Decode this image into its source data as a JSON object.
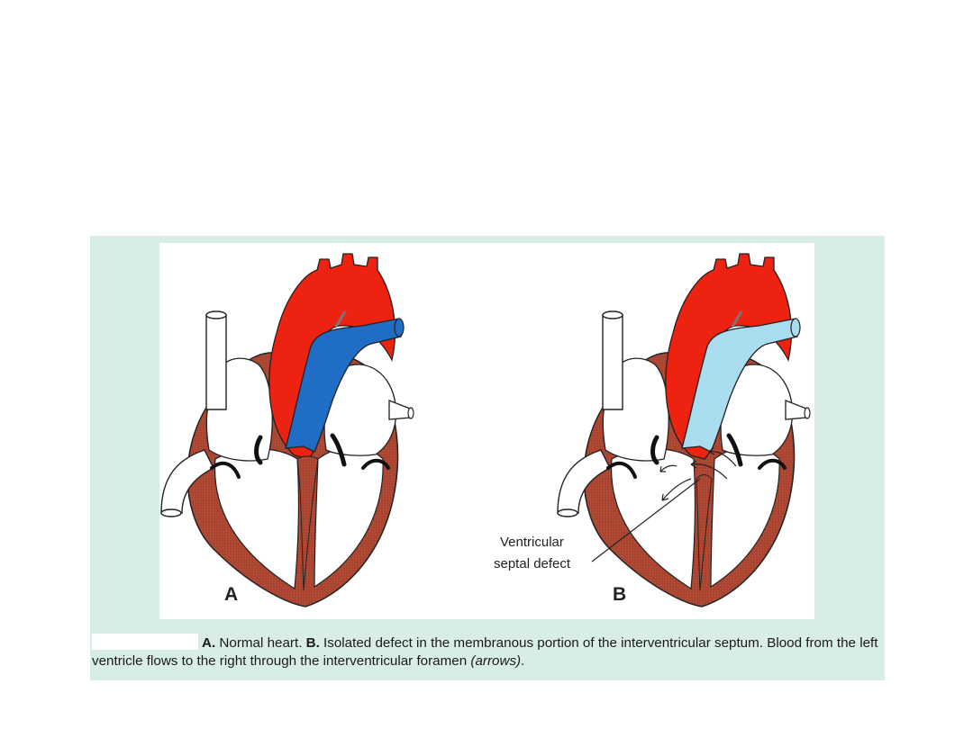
{
  "figure": {
    "panel_a_label": "A",
    "panel_b_label": "B",
    "defect_label_line1": "Ventricular",
    "defect_label_line2": "septal defect",
    "caption": {
      "part1_bold": "A.",
      "part2": " Normal heart. ",
      "part3_bold": "B.",
      "part4": " Isolated defect in the membranous portion of the interventricular septum. Blood from the left ventricle flows to the right through the interventricular foramen ",
      "part5_italic": "(arrows)",
      "part6": "."
    }
  },
  "colors": {
    "aorta": "#ee2211",
    "pulmonary_trunk_a": "#1f6dc4",
    "pulmonary_trunk_b": "#a9dcef",
    "myocardium": "#b24a35",
    "outline": "#222222",
    "frame": "#d8ede8"
  }
}
